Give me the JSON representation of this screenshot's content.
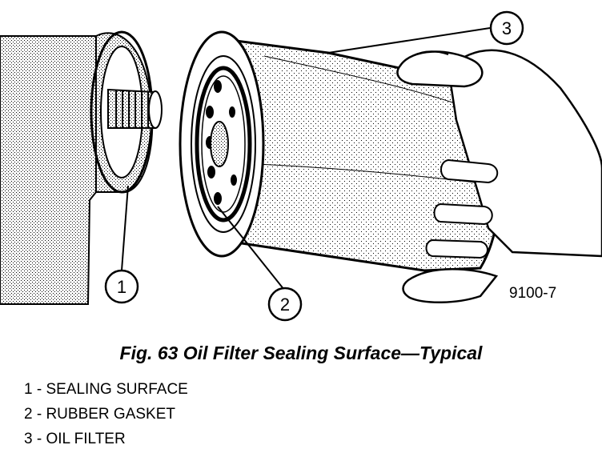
{
  "callouts": [
    {
      "number": "1"
    },
    {
      "number": "2"
    },
    {
      "number": "3"
    }
  ],
  "figure_code": "9100-7",
  "caption": "Fig. 63 Oil Filter Sealing Surface—Typical",
  "legend": [
    "1 - SEALING SURFACE",
    "2 - RUBBER GASKET",
    "3 - OIL FILTER"
  ]
}
